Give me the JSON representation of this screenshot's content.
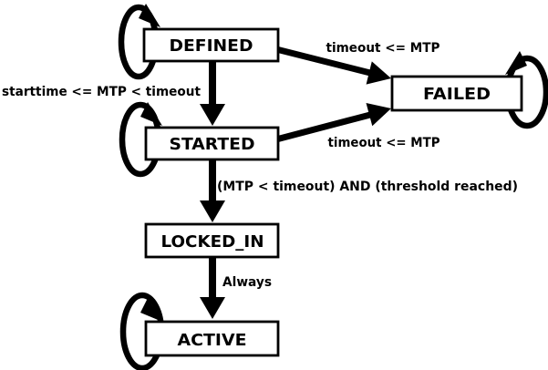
{
  "diagram": {
    "background_color": "#ffffff",
    "line_color": "#000000",
    "box_fill_color": "#ffffff",
    "states": {
      "defined": "DEFINED",
      "failed": "FAILED",
      "started": "STARTED",
      "locked_in": "LOCKED_IN",
      "active": "ACTIVE"
    },
    "transitions": {
      "defined_to_failed": "timeout <= MTP",
      "defined_to_started": "starttime <= MTP < timeout",
      "started_to_failed": "timeout <= MTP",
      "started_to_locked_in": "(MTP < timeout) AND (threshold reached)",
      "locked_in_to_active": "Always"
    }
  }
}
